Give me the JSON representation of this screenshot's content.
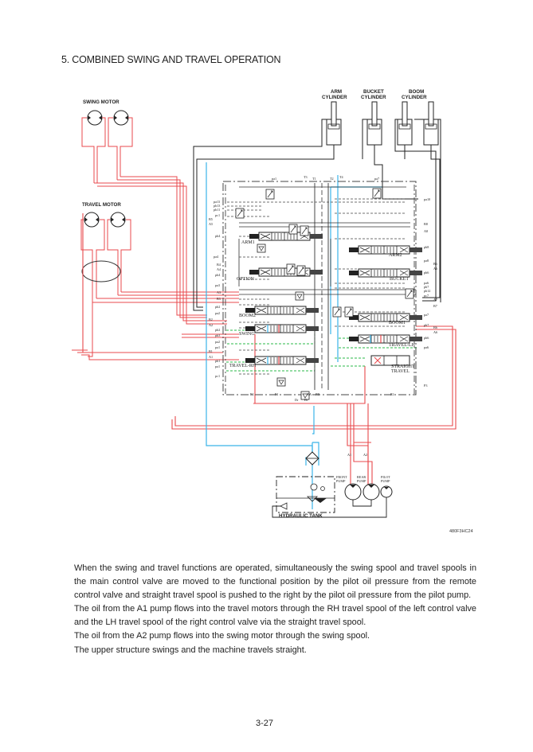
{
  "page": {
    "section_title": "5. COMBINED SWING AND TRAVEL OPERATION",
    "page_number": "3-27",
    "drawing_number": "480F3HC24"
  },
  "diagram": {
    "components": {
      "swing_motor": "SWING MOTOR",
      "travel_motor": "TRAVEL MOTOR",
      "arm_cylinder": [
        "ARM",
        "CYLINDER"
      ],
      "bucket_cylinder": [
        "BUCKET",
        "CYLINDER"
      ],
      "boom_cylinder": [
        "BOOM",
        "CYLINDER"
      ],
      "front_pump": [
        "FRONT",
        "PUMP"
      ],
      "rear_pump": [
        "REAR",
        "PUMP"
      ],
      "pilot_pump": [
        "PILOT",
        "PUMP"
      ],
      "hydraulic_tank": "HYDRAULIC TANK"
    },
    "spools_left": [
      "ARM1",
      "OPTION",
      "BOOM2",
      "SWING",
      "TRAVEL-RH"
    ],
    "spools_right": [
      "ARM2",
      "BUCKET",
      "BOOM1",
      "TRAVEL-LH"
    ],
    "straight_travel": [
      "STRAIGHT",
      "TRAVEL"
    ],
    "pump_lines": [
      "A1",
      "A2"
    ],
    "top_ports": [
      "pa1",
      "T3",
      "T1",
      "T2",
      "T4",
      "pa7"
    ],
    "left_ports": [
      "pa13",
      "pb13",
      "pb11",
      "pc1",
      "B5",
      "A5",
      "pb4",
      "pa4",
      "B4",
      "A4",
      "pb4",
      "pa3",
      "A3",
      "B3",
      "pb2",
      "pa2",
      "B2",
      "A2",
      "pb2",
      "pb3",
      "pa2",
      "pa1",
      "B1",
      "A1",
      "pb1",
      "pa1",
      "pc1"
    ],
    "right_ports": [
      "pa10",
      "B8",
      "A8",
      "pb8",
      "pa8",
      "B6",
      "A6",
      "pb6",
      "pa6",
      "pb7",
      "pb12",
      "pc7",
      "A7",
      "B7",
      "pa7",
      "pb7",
      "B6",
      "A6",
      "pb6",
      "pa6",
      "P3"
    ],
    "bottom_ports": [
      "P4",
      "P1",
      "Dr",
      "PA",
      "PB",
      "P2",
      "Dr"
    ],
    "legend_colors": {
      "high_pressure": "#e8494c",
      "return": "#3bb5e8",
      "pilot": "#2bb84a",
      "line": "#1a1a1a"
    }
  },
  "body": {
    "paragraph1": "When the swing and travel functions are operated, simultaneously the swing spool and travel spools in the main control valve are moved to the functional position by the pilot oil pressure from the remote control valve and straight travel spool is pushed to the right by the pilot oil pressure from the pilot pump.",
    "paragraph2": "The oil from the A1 pump flows into the travel motors through the RH travel spool of the left control valve and the LH travel spool of the right control valve via the straight travel spool.",
    "paragraph3": "The oil from the A2 pump flows into the swing motor through the swing spool.",
    "paragraph4": "The upper structure swings and the machine travels straight."
  }
}
